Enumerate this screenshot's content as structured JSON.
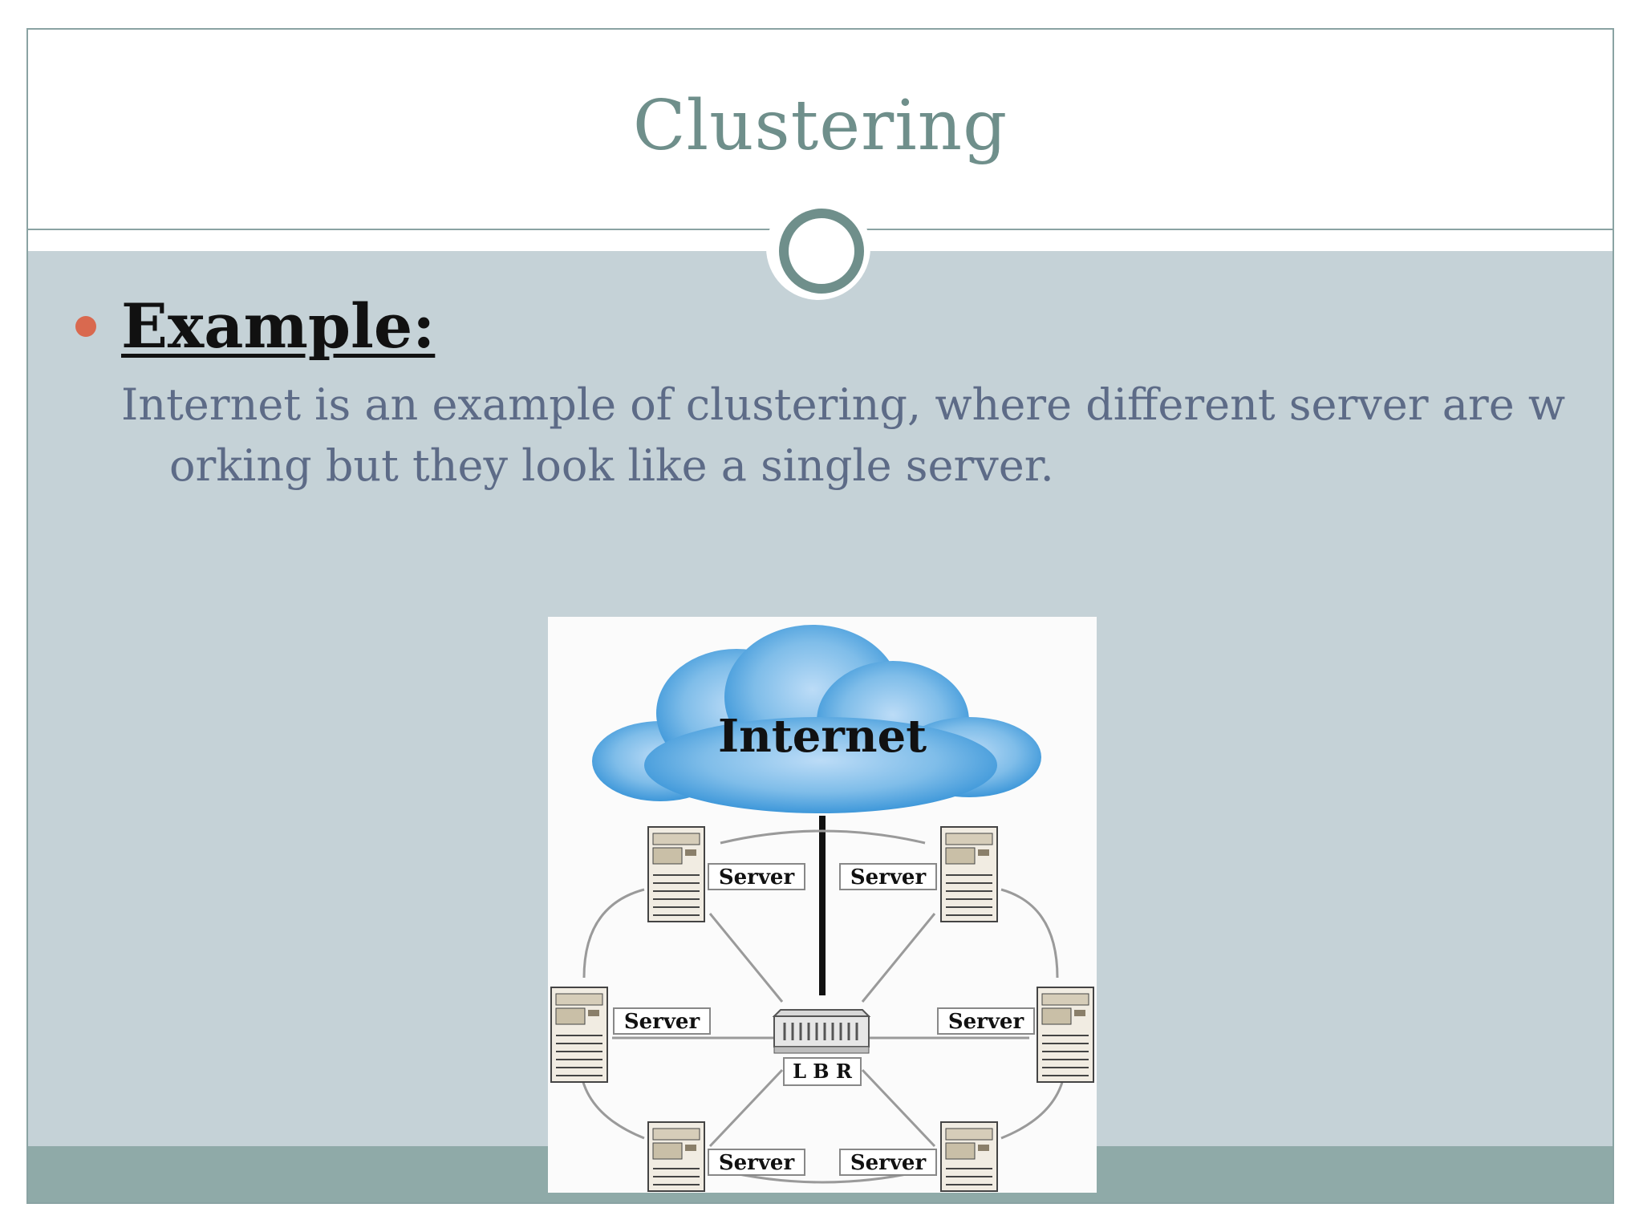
{
  "slide": {
    "title": "Clustering",
    "heading": "Example:",
    "paragraph_line1": "Internet is an example of clustering, where different server are w",
    "paragraph_line2": "orking but they look like a single server."
  },
  "diagram": {
    "cloud_label": "Internet",
    "center_label": "L B R",
    "servers": [
      {
        "id": "top-left",
        "label": "Server"
      },
      {
        "id": "top-right",
        "label": "Server"
      },
      {
        "id": "mid-left",
        "label": "Server"
      },
      {
        "id": "mid-right",
        "label": "Server"
      },
      {
        "id": "bottom-left",
        "label": "Server"
      },
      {
        "id": "bottom-right",
        "label": "Server"
      }
    ]
  },
  "colors": {
    "title": "#6f8f8b",
    "bullet": "#d9694f",
    "body_band": "#c5d2d7",
    "footer_band": "#8faaa8",
    "cloud": "#5aa9df"
  }
}
